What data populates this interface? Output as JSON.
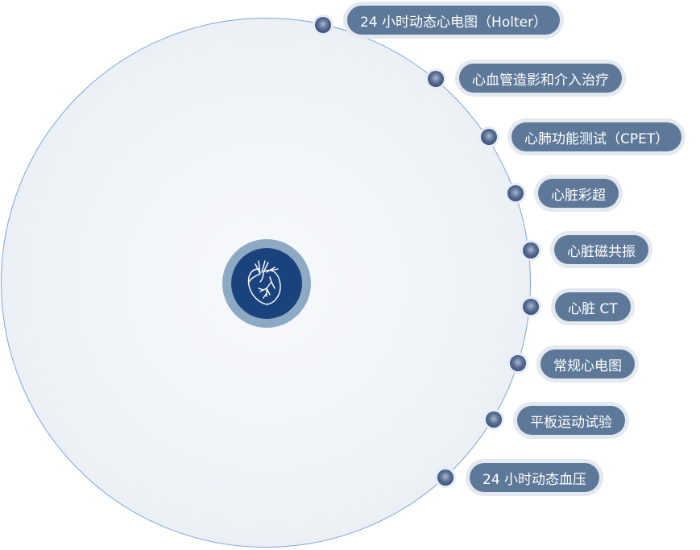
{
  "center_icon": "heart-icon",
  "items": [
    {
      "label": "24 小时动态心电图（Holter）"
    },
    {
      "label": "心血管造影和介入治疗"
    },
    {
      "label": "心肺功能测试（CPET）"
    },
    {
      "label": "心脏彩超"
    },
    {
      "label": "心脏磁共振"
    },
    {
      "label": "心脏 CT"
    },
    {
      "label": "常规心电图"
    },
    {
      "label": "平板运动试验"
    },
    {
      "label": "24 小时动态血压"
    }
  ]
}
